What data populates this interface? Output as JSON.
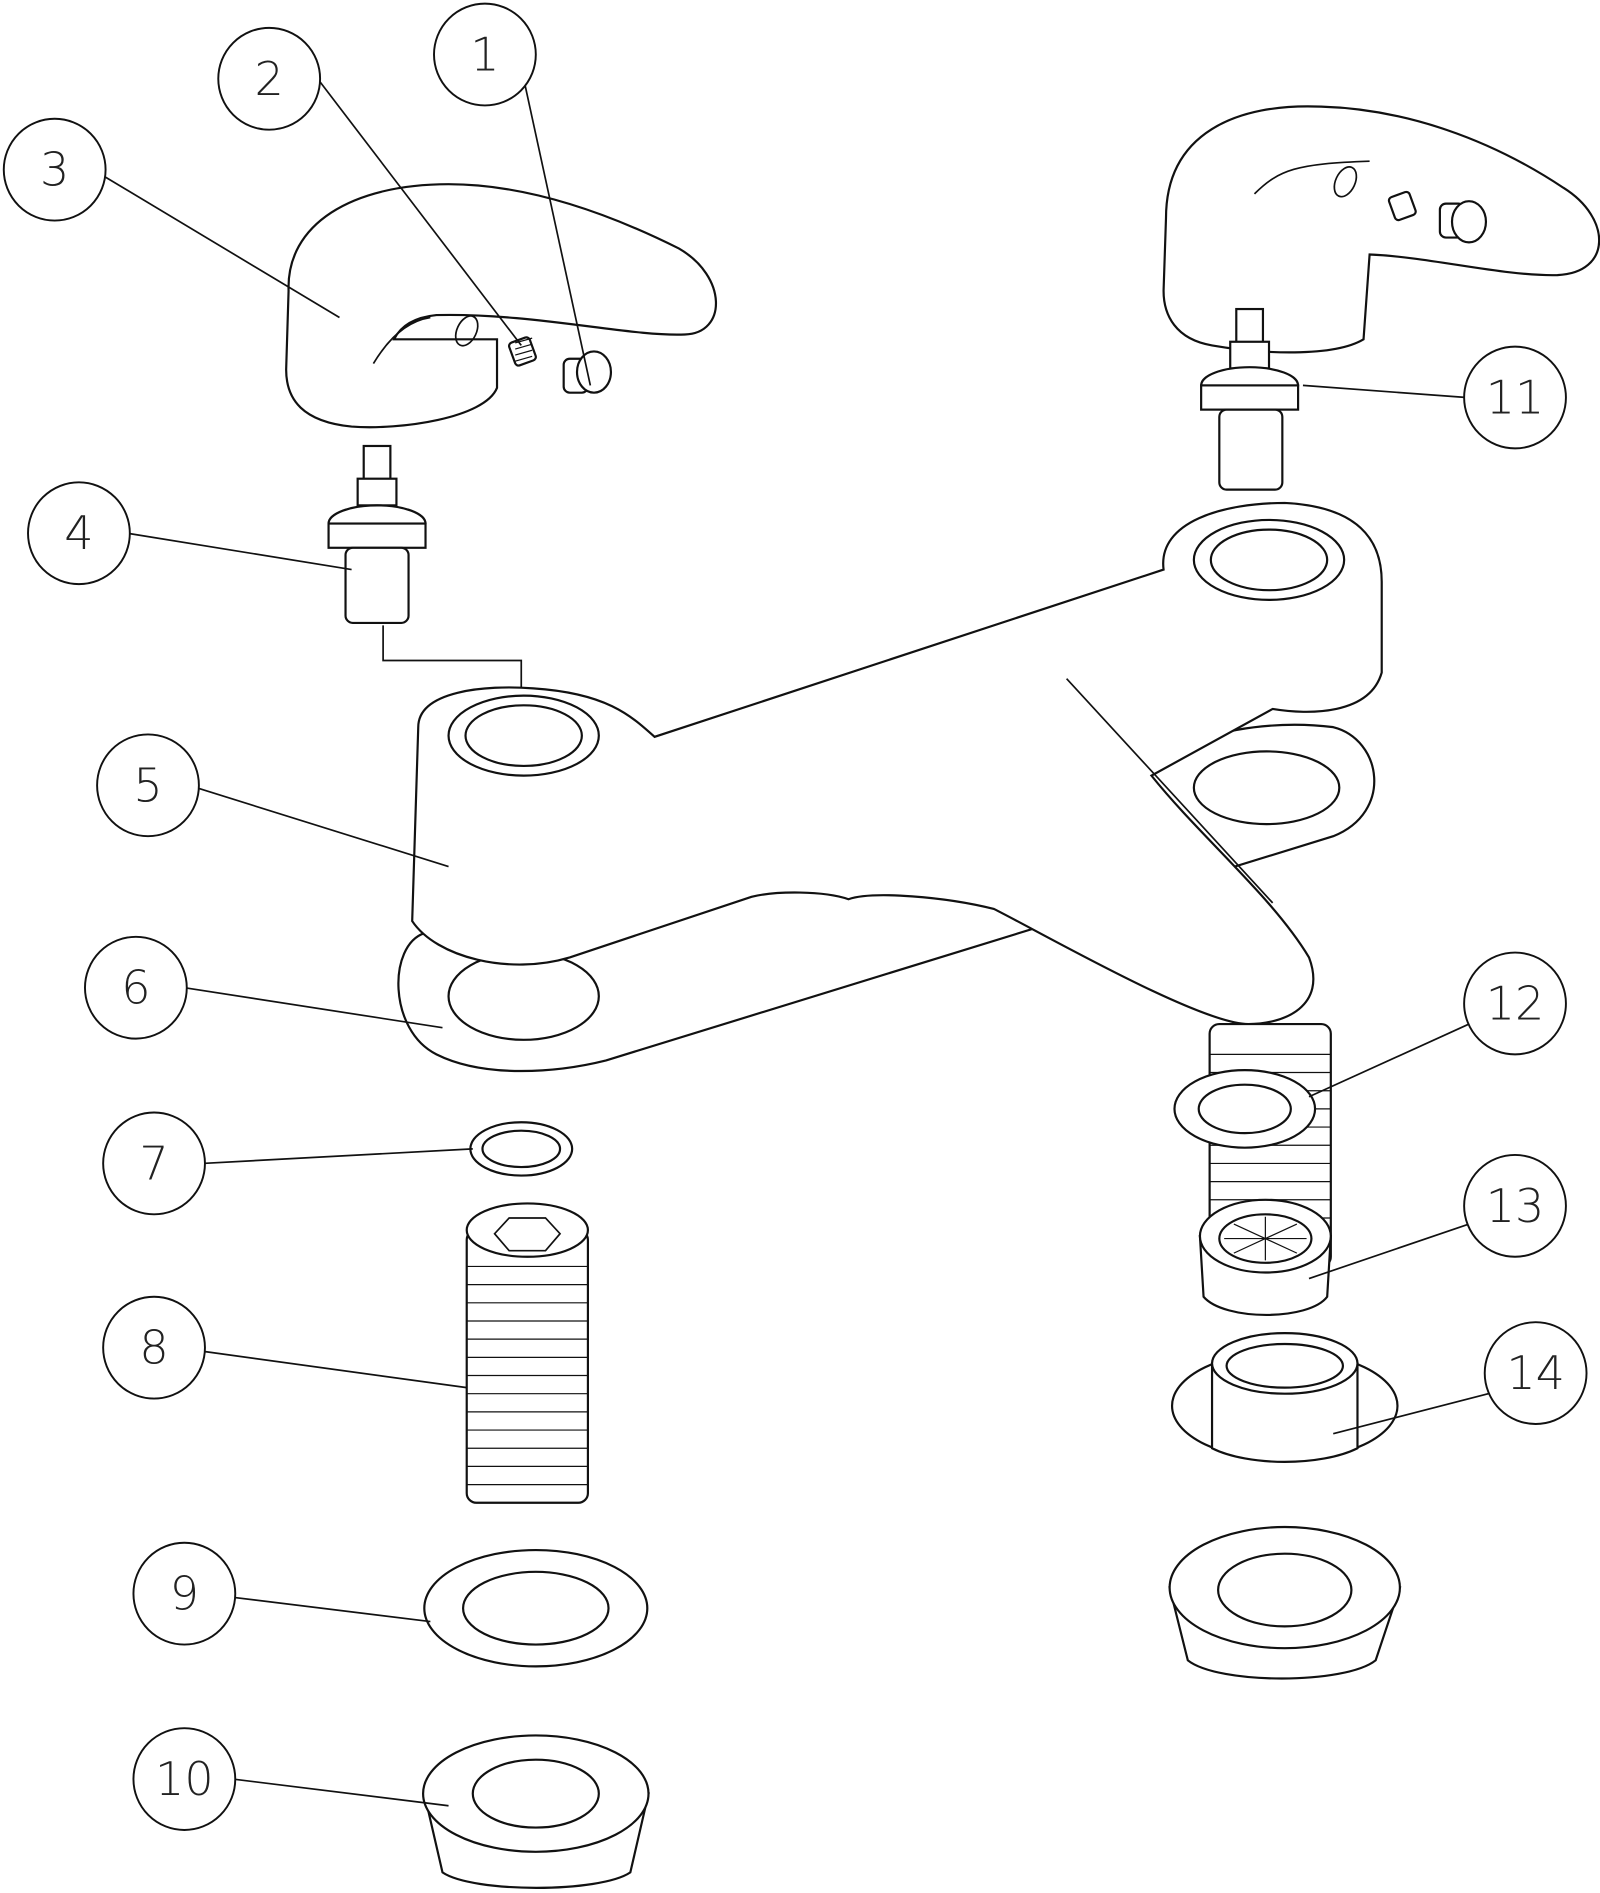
{
  "diagram": {
    "type": "exploded-view",
    "callouts": [
      {
        "label": "1"
      },
      {
        "label": "2"
      },
      {
        "label": "3"
      },
      {
        "label": "4"
      },
      {
        "label": "5"
      },
      {
        "label": "6"
      },
      {
        "label": "7"
      },
      {
        "label": "8"
      },
      {
        "label": "9"
      },
      {
        "label": "10"
      },
      {
        "label": "11"
      },
      {
        "label": "12"
      },
      {
        "label": "13"
      },
      {
        "label": "14"
      }
    ]
  }
}
